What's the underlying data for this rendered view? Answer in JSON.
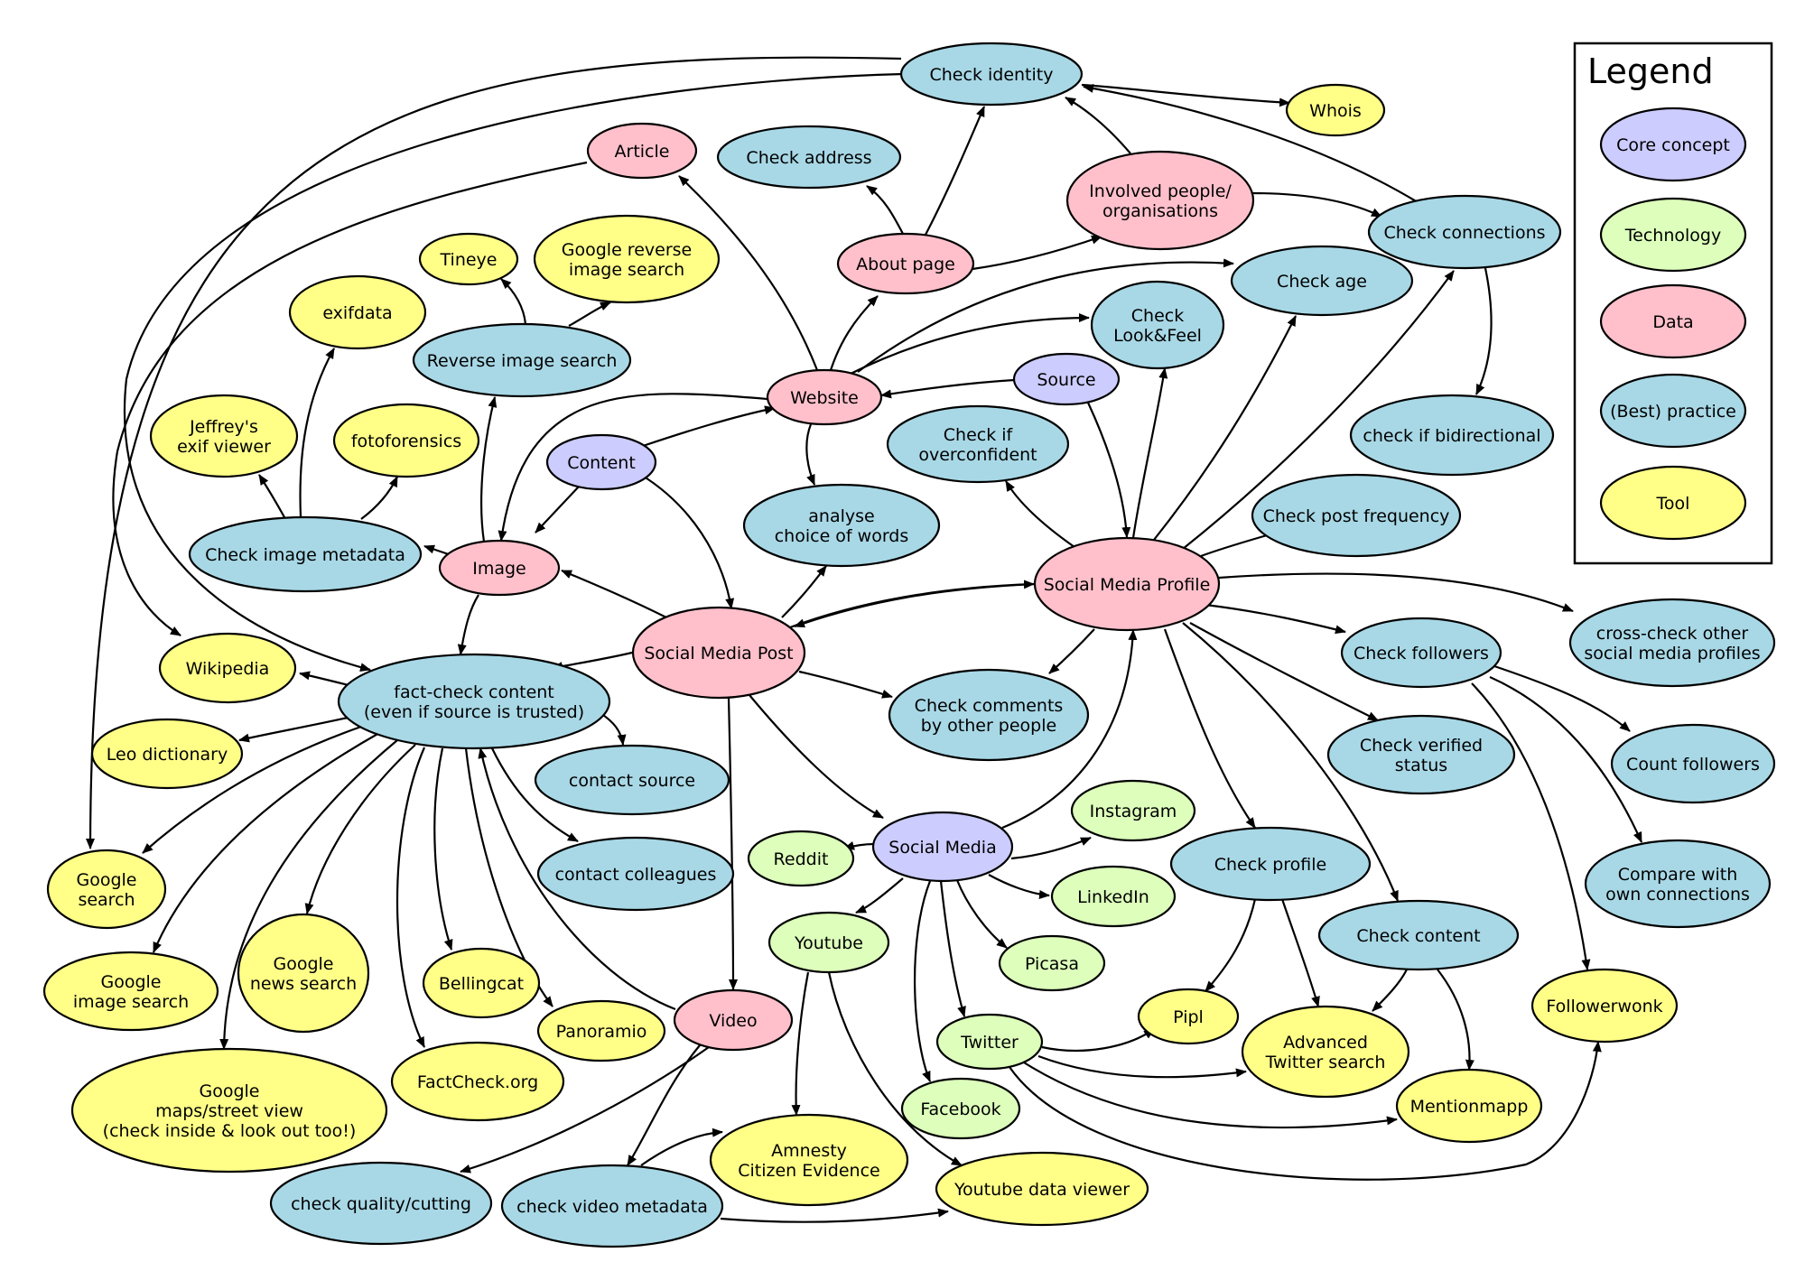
{
  "legend": {
    "title": "Legend",
    "items": [
      {
        "key": "core",
        "label": "Core concept"
      },
      {
        "key": "tech",
        "label": "Technology"
      },
      {
        "key": "data",
        "label": "Data"
      },
      {
        "key": "practice",
        "label": "(Best) practice"
      },
      {
        "key": "tool",
        "label": "Tool"
      }
    ]
  },
  "categories": {
    "core": {
      "color": "#ccccff"
    },
    "tech": {
      "color": "#ddffbb"
    },
    "data": {
      "color": "#ffc0cb"
    },
    "practice": {
      "color": "#a8d8e6"
    },
    "tool": {
      "color": "#ffff88"
    }
  },
  "nodes": [
    {
      "id": "check_identity",
      "label": [
        "Check identity"
      ],
      "type": "practice"
    },
    {
      "id": "whois",
      "label": [
        "Whois"
      ],
      "type": "tool"
    },
    {
      "id": "article",
      "label": [
        "Article"
      ],
      "type": "data"
    },
    {
      "id": "check_address",
      "label": [
        "Check address"
      ],
      "type": "practice"
    },
    {
      "id": "involved",
      "label": [
        "Involved people/",
        "organisations"
      ],
      "type": "data"
    },
    {
      "id": "check_connections",
      "label": [
        "Check connections"
      ],
      "type": "practice"
    },
    {
      "id": "tineye",
      "label": [
        "Tineye"
      ],
      "type": "tool"
    },
    {
      "id": "google_reverse",
      "label": [
        "Google reverse",
        "image search"
      ],
      "type": "tool"
    },
    {
      "id": "about_page",
      "label": [
        "About page"
      ],
      "type": "data"
    },
    {
      "id": "check_age",
      "label": [
        "Check age"
      ],
      "type": "practice"
    },
    {
      "id": "exifdata",
      "label": [
        "exifdata"
      ],
      "type": "tool"
    },
    {
      "id": "reverse_image",
      "label": [
        "Reverse image search"
      ],
      "type": "practice"
    },
    {
      "id": "check_lookfeel",
      "label": [
        "Check",
        "Look&Feel"
      ],
      "type": "practice"
    },
    {
      "id": "source",
      "label": [
        "Source"
      ],
      "type": "core"
    },
    {
      "id": "website",
      "label": [
        "Website"
      ],
      "type": "data"
    },
    {
      "id": "jeffreys",
      "label": [
        "Jeffrey's",
        "exif viewer"
      ],
      "type": "tool"
    },
    {
      "id": "fotoforensics",
      "label": [
        "fotoforensics"
      ],
      "type": "tool"
    },
    {
      "id": "content",
      "label": [
        "Content"
      ],
      "type": "core"
    },
    {
      "id": "check_overconfident",
      "label": [
        "Check if",
        "overconfident"
      ],
      "type": "practice"
    },
    {
      "id": "check_bidirectional",
      "label": [
        "check if bidirectional"
      ],
      "type": "practice"
    },
    {
      "id": "analyse_words",
      "label": [
        "analyse",
        "choice of words"
      ],
      "type": "practice"
    },
    {
      "id": "check_post_freq",
      "label": [
        "Check post frequency"
      ],
      "type": "practice"
    },
    {
      "id": "check_image_meta",
      "label": [
        "Check image metadata"
      ],
      "type": "practice"
    },
    {
      "id": "image",
      "label": [
        "Image"
      ],
      "type": "data"
    },
    {
      "id": "smprofile",
      "label": [
        "Social Media Profile"
      ],
      "type": "data"
    },
    {
      "id": "crosscheck",
      "label": [
        "cross-check other",
        "social media profiles"
      ],
      "type": "practice"
    },
    {
      "id": "smpost",
      "label": [
        "Social Media Post"
      ],
      "type": "data"
    },
    {
      "id": "check_followers",
      "label": [
        "Check followers"
      ],
      "type": "practice"
    },
    {
      "id": "wikipedia",
      "label": [
        "Wikipedia"
      ],
      "type": "tool"
    },
    {
      "id": "factcheck",
      "label": [
        "fact-check content",
        "(even if source is trusted)"
      ],
      "type": "practice"
    },
    {
      "id": "check_comments",
      "label": [
        "Check comments",
        "by other people"
      ],
      "type": "practice"
    },
    {
      "id": "leo",
      "label": [
        "Leo dictionary"
      ],
      "type": "tool"
    },
    {
      "id": "check_verified",
      "label": [
        "Check verified",
        "status"
      ],
      "type": "practice"
    },
    {
      "id": "count_followers",
      "label": [
        "Count followers"
      ],
      "type": "practice"
    },
    {
      "id": "contact_source",
      "label": [
        "contact source"
      ],
      "type": "practice"
    },
    {
      "id": "instagram",
      "label": [
        "Instagram"
      ],
      "type": "tech"
    },
    {
      "id": "reddit",
      "label": [
        "Reddit"
      ],
      "type": "tech"
    },
    {
      "id": "social_media",
      "label": [
        "Social Media"
      ],
      "type": "core"
    },
    {
      "id": "check_profile",
      "label": [
        "Check profile"
      ],
      "type": "practice"
    },
    {
      "id": "contact_colleagues",
      "label": [
        "contact colleagues"
      ],
      "type": "practice"
    },
    {
      "id": "linkedin",
      "label": [
        "LinkedIn"
      ],
      "type": "tech"
    },
    {
      "id": "compare_conn",
      "label": [
        "Compare with",
        "own connections"
      ],
      "type": "practice"
    },
    {
      "id": "google_search",
      "label": [
        "Google",
        "search"
      ],
      "type": "tool"
    },
    {
      "id": "youtube",
      "label": [
        "Youtube"
      ],
      "type": "tech"
    },
    {
      "id": "check_content",
      "label": [
        "Check content"
      ],
      "type": "practice"
    },
    {
      "id": "google_news",
      "label": [
        "Google",
        "news search"
      ],
      "type": "tool"
    },
    {
      "id": "picasa",
      "label": [
        "Picasa"
      ],
      "type": "tech"
    },
    {
      "id": "google_image",
      "label": [
        "Google",
        "image search"
      ],
      "type": "tool"
    },
    {
      "id": "bellingcat",
      "label": [
        "Bellingcat"
      ],
      "type": "tool"
    },
    {
      "id": "followerwonk",
      "label": [
        "Followerwonk"
      ],
      "type": "tool"
    },
    {
      "id": "pipl",
      "label": [
        "Pipl"
      ],
      "type": "tool"
    },
    {
      "id": "video",
      "label": [
        "Video"
      ],
      "type": "data"
    },
    {
      "id": "panoramio",
      "label": [
        "Panoramio"
      ],
      "type": "tool"
    },
    {
      "id": "twitter",
      "label": [
        "Twitter"
      ],
      "type": "tech"
    },
    {
      "id": "adv_twitter",
      "label": [
        "Advanced",
        "Twitter search"
      ],
      "type": "tool"
    },
    {
      "id": "google_maps",
      "label": [
        "Google",
        "maps/street view",
        "(check inside & look out too!)"
      ],
      "type": "tool"
    },
    {
      "id": "factcheck_org",
      "label": [
        "FactCheck.org"
      ],
      "type": "tool"
    },
    {
      "id": "facebook",
      "label": [
        "Facebook"
      ],
      "type": "tech"
    },
    {
      "id": "mentionmapp",
      "label": [
        "Mentionmapp"
      ],
      "type": "tool"
    },
    {
      "id": "amnesty",
      "label": [
        "Amnesty",
        "Citizen Evidence"
      ],
      "type": "tool"
    },
    {
      "id": "check_quality",
      "label": [
        "check quality/cutting"
      ],
      "type": "practice"
    },
    {
      "id": "check_video_meta",
      "label": [
        "check  video metadata"
      ],
      "type": "practice"
    },
    {
      "id": "youtube_viewer",
      "label": [
        "Youtube data viewer"
      ],
      "type": "tool"
    }
  ]
}
